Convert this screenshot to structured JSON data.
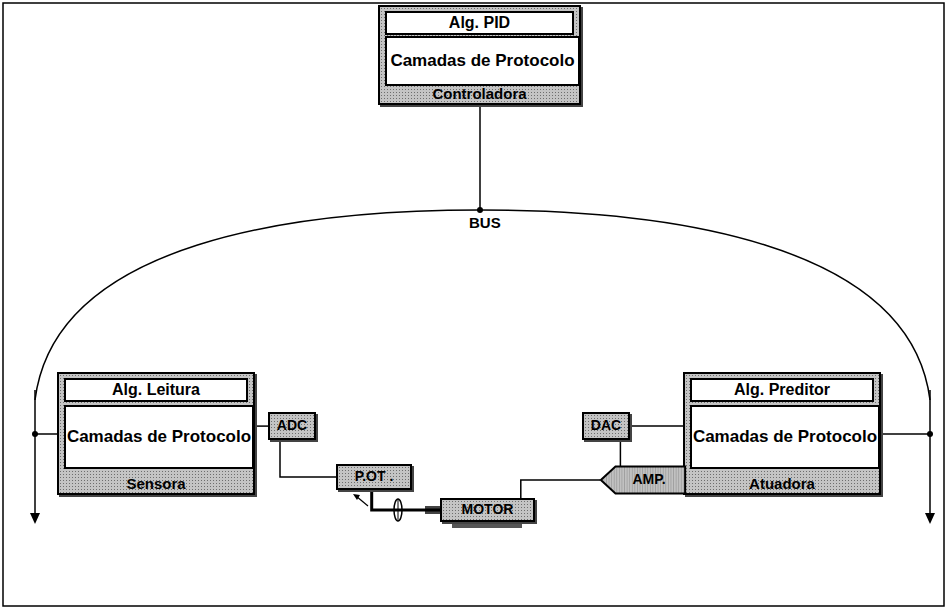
{
  "diagram": {
    "nodes": [
      {
        "text": [
          "Controladora"
        ]
      },
      {
        "text": [
          "Alg. PID"
        ],
        "in": 0
      },
      {
        "text": [
          "Camadas de Protocolo"
        ],
        "in": 0
      },
      {
        "text": [
          "Sensora"
        ]
      },
      {
        "text": [
          "Alg. Leitura"
        ],
        "in": 3
      },
      {
        "text": [
          "Camadas de Protocolo"
        ],
        "in": 3
      },
      {
        "text": [
          "Atuadora"
        ]
      },
      {
        "text": [
          "Alg. Preditor"
        ],
        "in": 6
      },
      {
        "text": [
          "Camadas de Protocolo"
        ],
        "in": 6
      },
      {
        "text": [
          "ADC"
        ]
      },
      {
        "text": [
          "P.OT ."
        ]
      },
      {
        "text": [
          "DAC"
        ]
      },
      {
        "text": [
          "AMP."
        ]
      },
      {
        "text": [
          "MOTOR"
        ]
      }
    ],
    "edges": [
      {
        "from": 3,
        "to": 9,
        "arrow": "none"
      },
      {
        "from": 9,
        "to": 10,
        "arrow": "none"
      },
      {
        "from": 11,
        "to": 6,
        "arrow": "none"
      },
      {
        "from": 11,
        "to": 12,
        "arrow": "none"
      },
      {
        "from": 12,
        "to": 13,
        "arrow": "none"
      },
      {
        "from": 10,
        "to": 13,
        "arrow": "none"
      }
    ],
    "labels": [
      "BUS"
    ]
  }
}
